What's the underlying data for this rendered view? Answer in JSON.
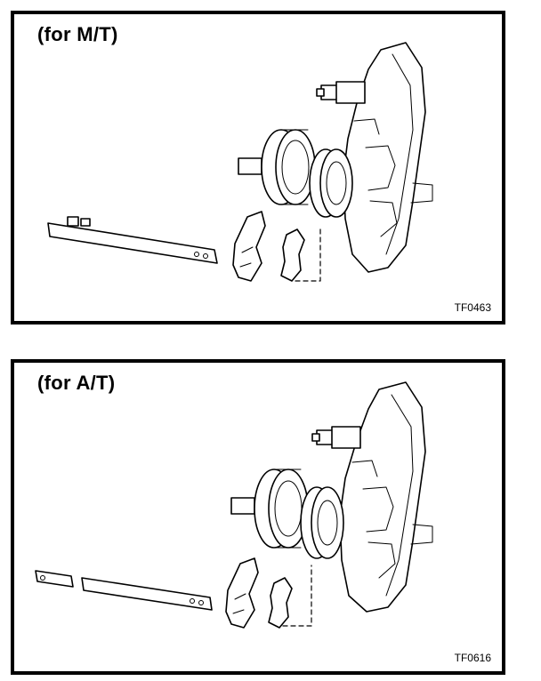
{
  "panels": [
    {
      "title": "(for M/T)",
      "code": "TF0463"
    },
    {
      "title": "(for A/T)",
      "code": "TF0616"
    }
  ]
}
